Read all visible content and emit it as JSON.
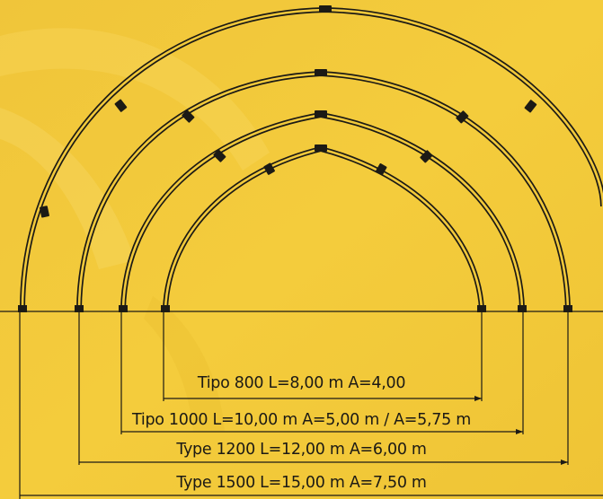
{
  "colors": {
    "background": "#f2c93a",
    "line": "#1c1a15"
  },
  "labels": {
    "tipo_800": "Tipo 800 L=8,00 m A=4,00",
    "tipo_1000": "Tipo 1000 L=10,00 m A=5,00 m / A=5,75 m",
    "type_1200": "Type 1200 L=12,00 m A=6,00 m",
    "type_1500": "Type 1500 L=15,00 m A=7,50 m"
  }
}
